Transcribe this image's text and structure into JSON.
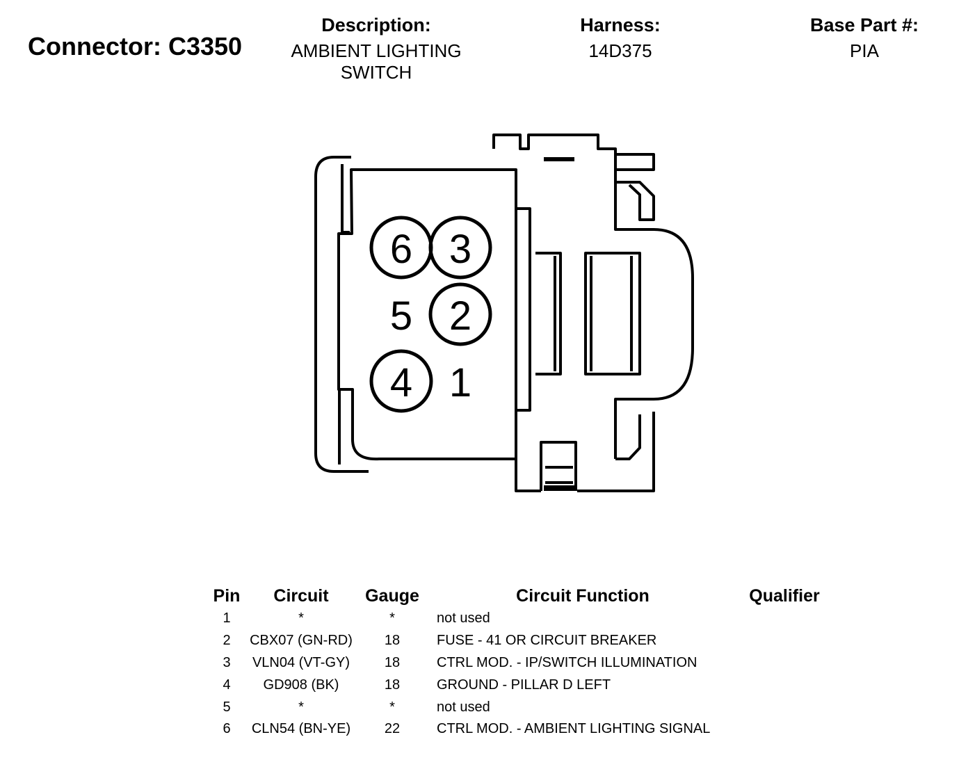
{
  "header": {
    "title": "Connector: C3350",
    "description_label": "Description:",
    "description_lines": [
      "AMBIENT LIGHTING",
      "SWITCH"
    ],
    "harness_label": "Harness:",
    "harness_value": "14D375",
    "base_part_label": "Base Part #:",
    "base_part_value": "PIA"
  },
  "connector": {
    "pins": [
      {
        "label": "6",
        "circled": true
      },
      {
        "label": "3",
        "circled": true
      },
      {
        "label": "5",
        "circled": false
      },
      {
        "label": "2",
        "circled": true
      },
      {
        "label": "4",
        "circled": true
      },
      {
        "label": "1",
        "circled": false
      }
    ]
  },
  "table": {
    "headers": {
      "pin": "Pin",
      "circuit": "Circuit",
      "gauge": "Gauge",
      "function": "Circuit Function",
      "qualifier": "Qualifier"
    },
    "rows": [
      {
        "pin": "1",
        "circuit": "*",
        "gauge": "*",
        "function": "not used",
        "qualifier": ""
      },
      {
        "pin": "2",
        "circuit": "CBX07 (GN-RD)",
        "gauge": "18",
        "function": "FUSE - 41 OR CIRCUIT BREAKER",
        "qualifier": ""
      },
      {
        "pin": "3",
        "circuit": "VLN04 (VT-GY)",
        "gauge": "18",
        "function": "CTRL MOD. - IP/SWITCH ILLUMINATION",
        "qualifier": ""
      },
      {
        "pin": "4",
        "circuit": "GD908 (BK)",
        "gauge": "18",
        "function": "GROUND - PILLAR D LEFT",
        "qualifier": ""
      },
      {
        "pin": "5",
        "circuit": "*",
        "gauge": "*",
        "function": "not used",
        "qualifier": ""
      },
      {
        "pin": "6",
        "circuit": "CLN54 (BN-YE)",
        "gauge": "22",
        "function": "CTRL MOD. - AMBIENT LIGHTING SIGNAL",
        "qualifier": ""
      }
    ]
  }
}
